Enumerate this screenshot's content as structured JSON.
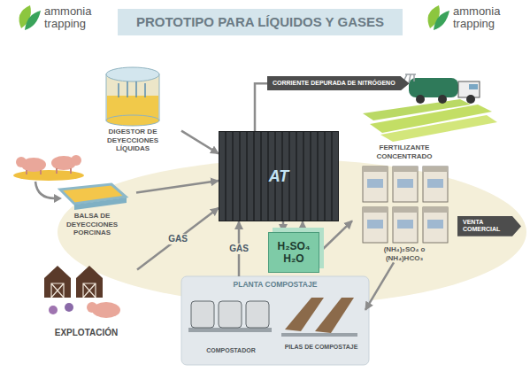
{
  "diagram": {
    "title": "PROTOTIPO PARA LÍQUIDOS Y GASES",
    "nodes": [
      {
        "text": [
          "DIGESTOR DE DEYECCIONES LÍQUIDAS"
        ]
      },
      {
        "text": [
          "AT"
        ]
      },
      {
        "text": [
          "CORRIENTE DEPURADA DE NITRÓGENO"
        ]
      },
      {
        "text": [
          "BALSA DE DEYECCIONES PORCINAS"
        ]
      },
      {
        "text": [
          "FERTILIZANTE CONCENTRADO",
          "(NH₄)₂SO₄ o (NH₄)HCO₃"
        ]
      },
      {
        "text": [
          "H₂SO₄",
          "H₂O"
        ]
      },
      {
        "text": [
          "VENTA COMERCIAL"
        ]
      },
      {
        "text": [
          "EXPLOTACIÓN"
        ]
      },
      {
        "text": [
          "PLANTA COMPOSTAJE"
        ]
      },
      {
        "text": [
          "COMPOSTADOR"
        ],
        "in": 8
      },
      {
        "text": [
          "PILAS DE COMPOSTAJE"
        ],
        "in": 8
      }
    ],
    "edges": [
      {
        "from": 0,
        "to": 1,
        "arrow": "to"
      },
      {
        "from": 3,
        "to": 1,
        "arrow": "to"
      },
      {
        "from": 7,
        "to": 1,
        "arrow": "to",
        "label": "GAS"
      },
      {
        "from": 8,
        "to": 1,
        "arrow": "to",
        "label": "GAS"
      },
      {
        "from": 1,
        "to": 2,
        "arrow": "none"
      },
      {
        "from": 1,
        "to": 5,
        "arrow": "to"
      },
      {
        "from": 5,
        "to": 1,
        "arrow": "to"
      },
      {
        "from": 5,
        "to": 4,
        "arrow": "to"
      },
      {
        "from": 4,
        "to": 10,
        "arrow": "to"
      }
    ],
    "labels": [
      "ammonia",
      "trapping",
      "ammonia",
      "trapping"
    ]
  }
}
